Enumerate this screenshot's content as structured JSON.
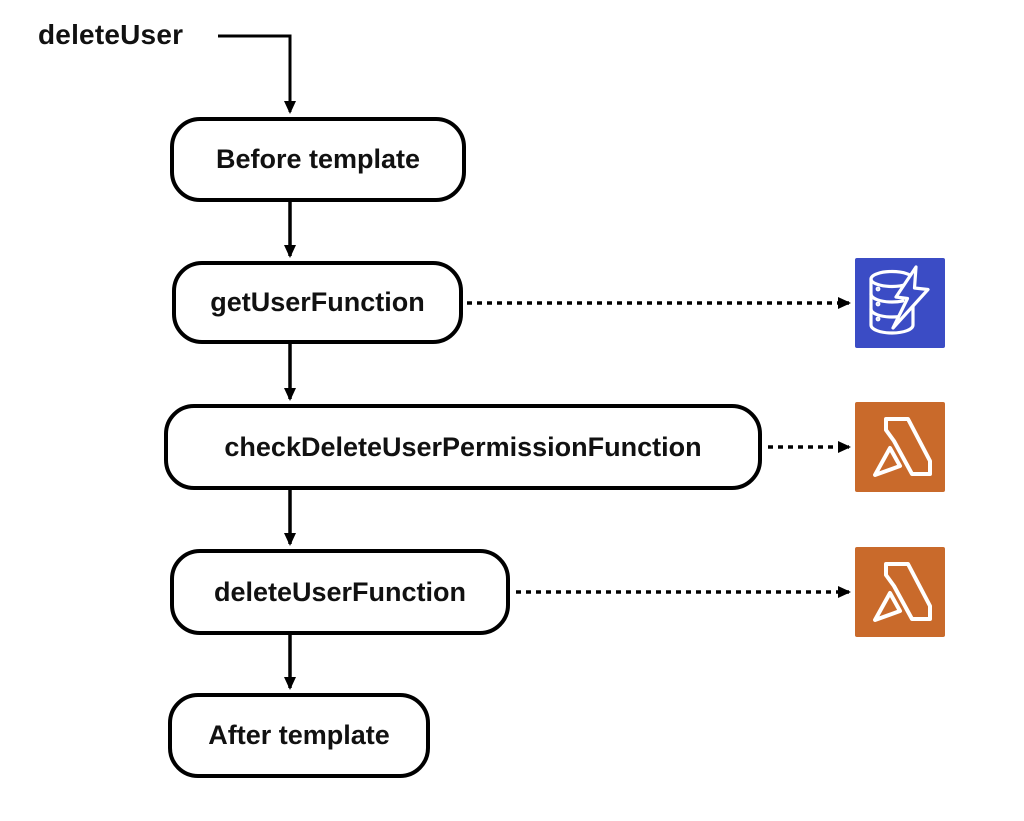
{
  "diagram": {
    "entry_label": "deleteUser",
    "nodes": [
      {
        "id": "before",
        "label": "Before template"
      },
      {
        "id": "getuser",
        "label": "getUserFunction"
      },
      {
        "id": "check",
        "label": "checkDeleteUserPermissionFunction"
      },
      {
        "id": "deletefn",
        "label": "deleteUserFunction"
      },
      {
        "id": "after",
        "label": "After template"
      }
    ],
    "icons": [
      {
        "name": "dynamodb-icon",
        "service": "DynamoDB",
        "color": "#3B4CC5"
      },
      {
        "name": "lambda-icon",
        "service": "Lambda",
        "color": "#C96A2B"
      },
      {
        "name": "lambda-icon",
        "service": "Lambda",
        "color": "#C96A2B"
      }
    ],
    "edges": [
      {
        "from": "deleteUser",
        "to": "Before template",
        "style": "solid"
      },
      {
        "from": "Before template",
        "to": "getUserFunction",
        "style": "solid"
      },
      {
        "from": "getUserFunction",
        "to": "DynamoDB",
        "style": "dashed"
      },
      {
        "from": "getUserFunction",
        "to": "checkDeleteUserPermissionFunction",
        "style": "solid"
      },
      {
        "from": "checkDeleteUserPermissionFunction",
        "to": "Lambda",
        "style": "dashed"
      },
      {
        "from": "checkDeleteUserPermissionFunction",
        "to": "deleteUserFunction",
        "style": "solid"
      },
      {
        "from": "deleteUserFunction",
        "to": "Lambda",
        "style": "dashed"
      },
      {
        "from": "deleteUserFunction",
        "to": "After template",
        "style": "solid"
      }
    ],
    "colors": {
      "line": "#000000",
      "node_border": "#000000",
      "node_bg": "#ffffff",
      "background": "#ffffff",
      "dynamodb_blue": "#3B4CC5",
      "lambda_orange": "#C96A2B"
    }
  }
}
